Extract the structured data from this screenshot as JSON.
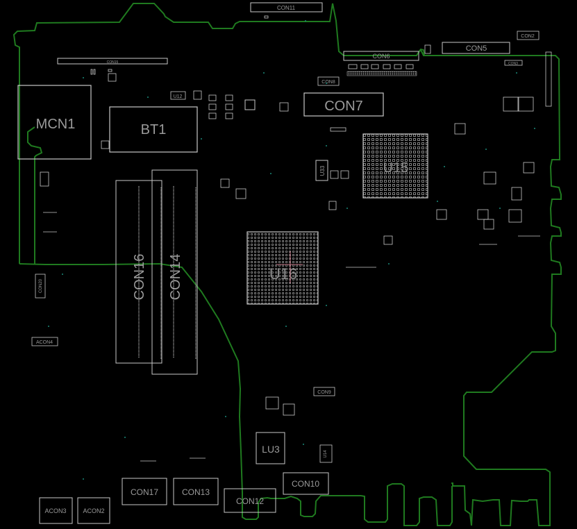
{
  "viewer": {
    "title": "PCB board layout view",
    "colors": {
      "background": "#000000",
      "silkscreen": "#c8c8c8",
      "outline": "#1f7a1f",
      "via": "#1a8a7a",
      "label": "#9a9a9a",
      "crosshair": "#c07080"
    }
  },
  "components": {
    "con11": "CON11",
    "con15": "CON15",
    "con6": "CON6",
    "con5": "CON5",
    "con2": "CON2",
    "con3": "CON3",
    "con8": "CON8",
    "con7": "CON7",
    "mcn1": "MCN1",
    "bt1": "BT1",
    "u12": "U12",
    "u15": "U15",
    "u33": "U33",
    "u16": "U16",
    "con16": "CON16",
    "con14": "CON14",
    "con20": "CON20",
    "acon4": "ACON4",
    "con9": "CON9",
    "lu3": "LU3",
    "u14": "U14",
    "con17": "CON17",
    "con13": "CON13",
    "con12": "CON12",
    "con10": "CON10",
    "acon3": "ACON3",
    "acon2": "ACON2"
  }
}
